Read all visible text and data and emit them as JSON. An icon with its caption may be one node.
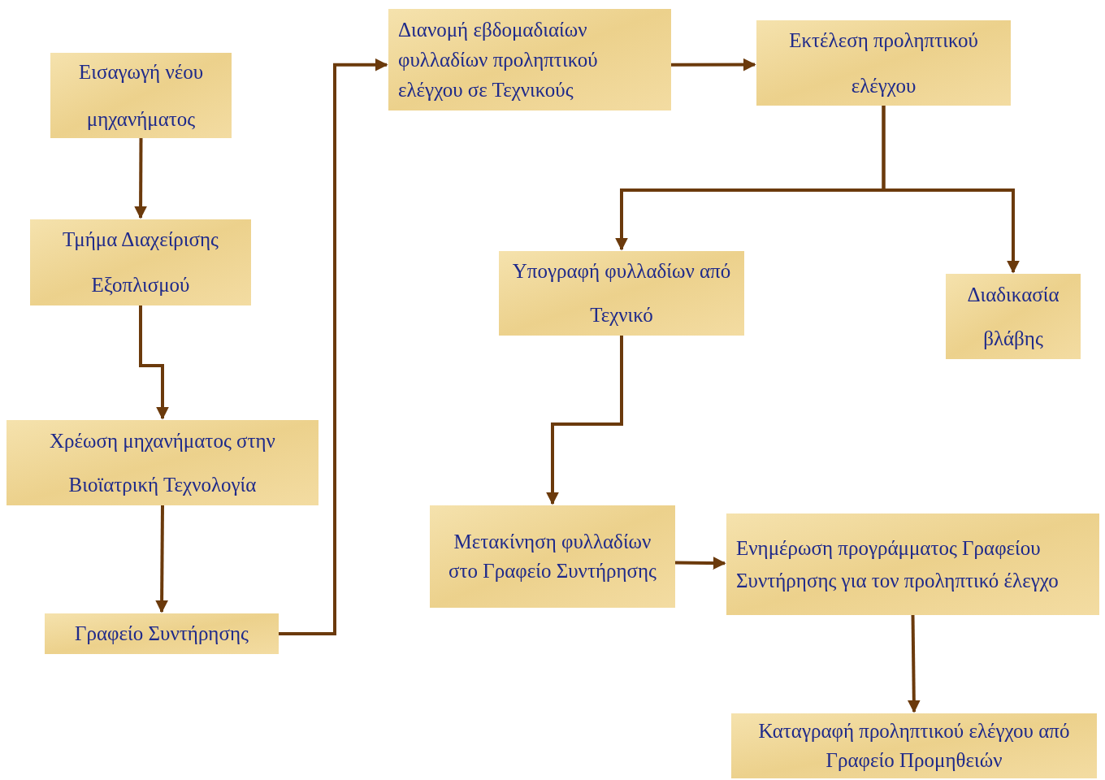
{
  "diagram": {
    "nodes": [
      {
        "text": [
          "Εισαγωγή νέου μηχανήματος"
        ]
      },
      {
        "text": [
          "Τμήμα Διαχείρισης Εξοπλισμού"
        ]
      },
      {
        "text": [
          "Χρέωση μηχανήματος στην Βιοϊατρική Τεχνολογία"
        ]
      },
      {
        "text": [
          "Γραφείο Συντήρησης"
        ]
      },
      {
        "text": [
          "Διανομή εβδομαδιαίων φυλλαδίων προληπτικού ελέγχου σε Τεχνικούς"
        ]
      },
      {
        "text": [
          "Εκτέλεση προληπτικού ελέγχου"
        ]
      },
      {
        "text": [
          "Υπογραφή φυλλαδίων από Τεχνικό"
        ]
      },
      {
        "text": [
          "Διαδικασία βλάβης"
        ]
      },
      {
        "text": [
          "Μετακίνηση φυλλαδίων στο Γραφείο Συντήρησης"
        ]
      },
      {
        "text": [
          "Ενημέρωση προγράμματος Γραφείου Συντήρησης για τον προληπτικό έλεγχο"
        ]
      },
      {
        "text": [
          "Καταγραφή προληπτικού ελέγχου από Γραφείο Προμηθειών"
        ]
      }
    ],
    "edges": [
      {
        "from": 0,
        "to": 1,
        "arrow": "to"
      },
      {
        "from": 1,
        "to": 2,
        "arrow": "to"
      },
      {
        "from": 2,
        "to": 3,
        "arrow": "to"
      },
      {
        "from": 3,
        "to": 4,
        "arrow": "to"
      },
      {
        "from": 4,
        "to": 5,
        "arrow": "to"
      },
      {
        "from": 5,
        "to": 6,
        "arrow": "to"
      },
      {
        "from": 5,
        "to": 7,
        "arrow": "to"
      },
      {
        "from": 6,
        "to": 8,
        "arrow": "to"
      },
      {
        "from": 8,
        "to": 9,
        "arrow": "to"
      },
      {
        "from": 9,
        "to": 10,
        "arrow": "to"
      }
    ]
  }
}
